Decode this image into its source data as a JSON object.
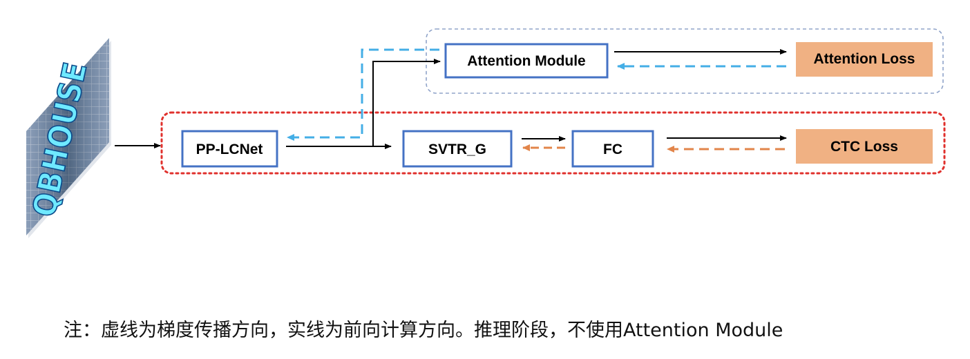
{
  "nodes": {
    "backbone": "PP-LCNet",
    "neck": "SVTR_G",
    "head": "FC",
    "ctc_loss": "CTC Loss",
    "attention_module": "Attention Module",
    "attention_loss": "Attention Loss"
  },
  "input_image": {
    "text": "QBHOUSE"
  },
  "caption": "注：虚线为梯度传播方向，实线为前向计算方向。推理阶段，不使用Attention Module",
  "colors": {
    "node_border": "#4472c4",
    "loss_fill": "#f0b183",
    "forward_arrow": "#000000",
    "gradient_arrow_attention": "#44aee6",
    "gradient_arrow_ctc": "#e2854a",
    "ctc_branch_border": "#e0312d",
    "attention_branch_border": "#8fa3c9"
  }
}
